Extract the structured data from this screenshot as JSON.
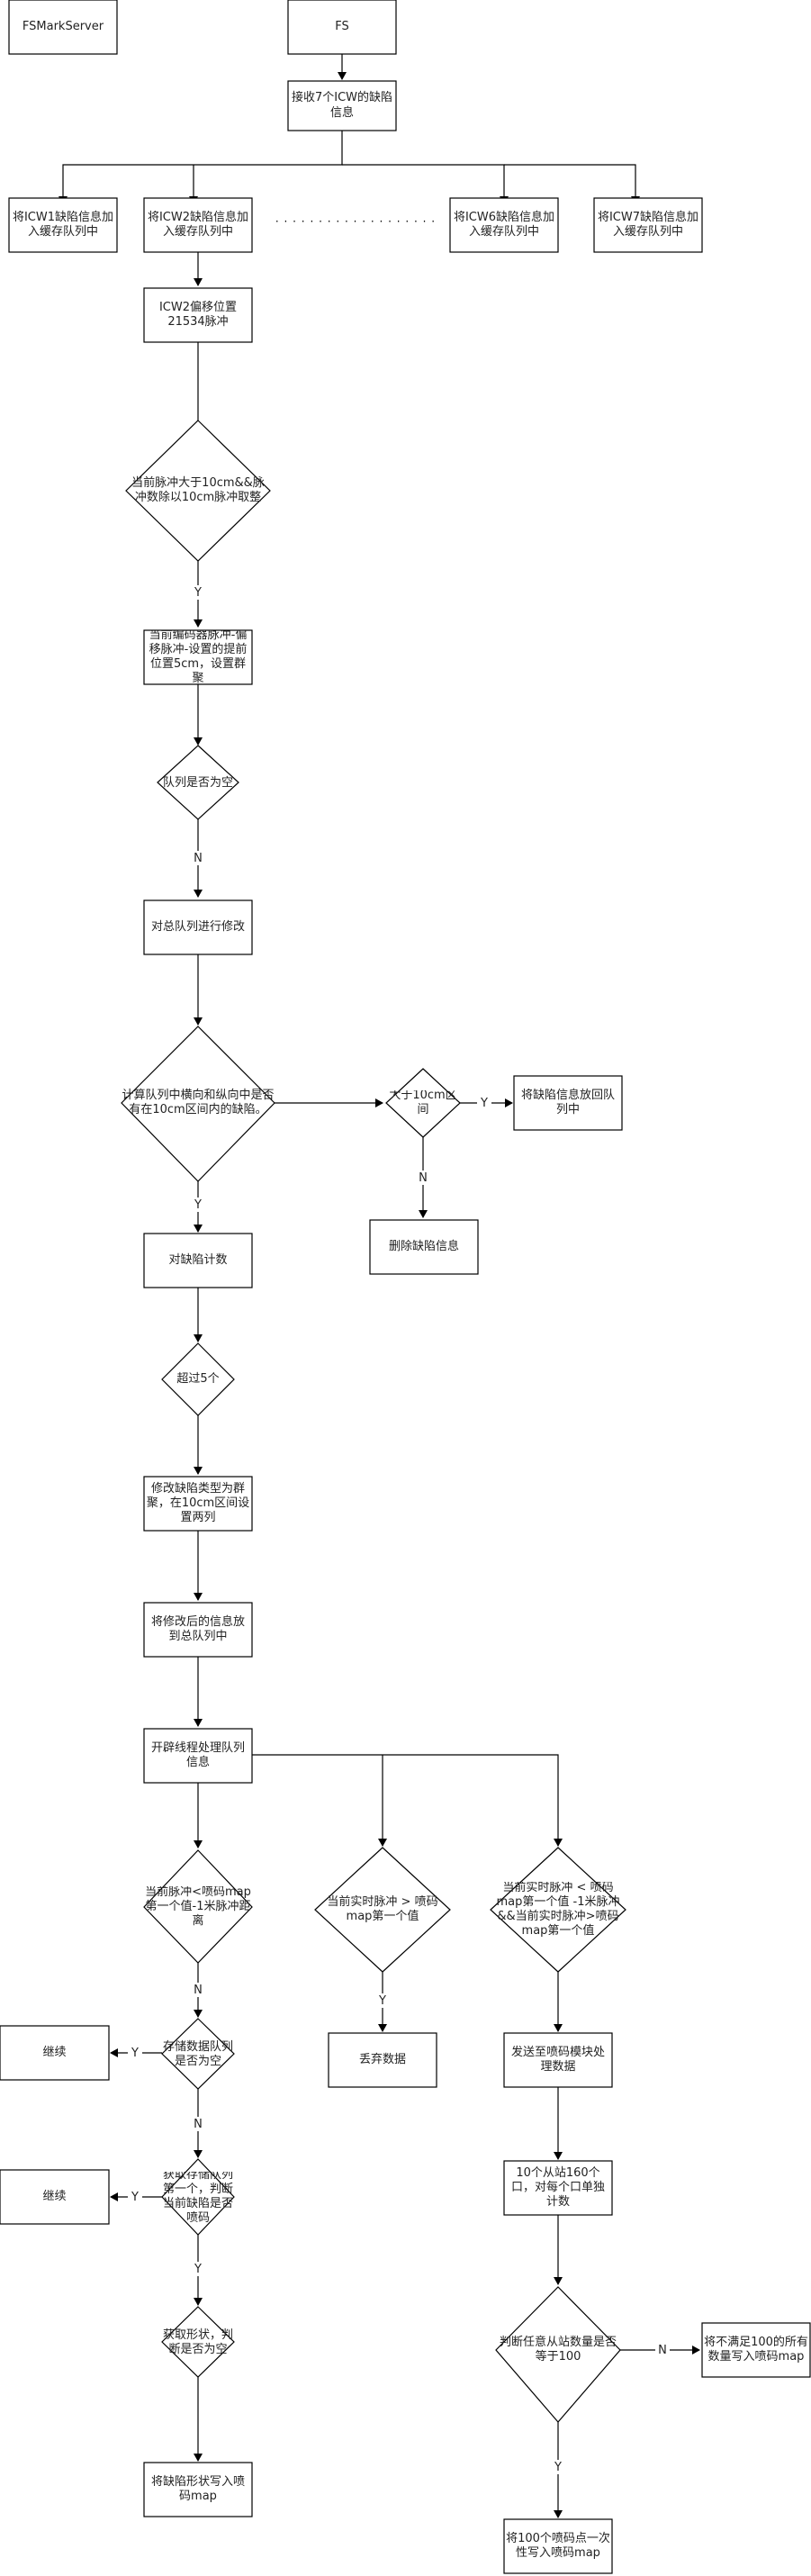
{
  "nodes": {
    "fsmarkserver": "FSMarkServer",
    "fs": "FS",
    "receive": "接收7个ICW的缺陷信息",
    "icw1": "将ICW1缺陷信息加入缓存队列中",
    "icw2": "将ICW2缺陷信息加入缓存队列中",
    "icw6": "将ICW6缺陷信息加入缓存队列中",
    "icw7": "将ICW7缺陷信息加入缓存队列中",
    "icw2_offset": "ICW2偏移位置21534脉冲",
    "cond_10cm": "当前脉冲大于10cm&&脉冲数除以10cm脉冲取整",
    "set_tag": "当前编码器脉冲-偏移脉冲-设置的提前位置5cm，设置群聚",
    "queue_empty": "队列是否为空",
    "modify_total": "对总队列进行修改",
    "cond_compute": "计算队列中横向和纵向中是否有在10cm区间内的缺陷。",
    "gt10cm": "大于10cm区间",
    "put_back": "将缺陷信息放回队列中",
    "delete_info": "删除缺陷信息",
    "count": "对缺陷计数",
    "over5": "超过5个",
    "modify_type": "修改缺陷类型为群聚，在10cm区间设置两列",
    "put_total": "将修改后的信息放到总队列中",
    "thread": "开辟线程处理队列信息",
    "cond_a": "当前脉冲<喷码map第一个值-1米脉冲距离",
    "cond_b": "当前实时脉冲 > 喷码map第一个值",
    "cond_c": "当前实时脉冲 < 喷码map第一个值 -1米脉冲&&当前实时脉冲>喷码map第一个值",
    "discard": "丢弃数据",
    "send": "发送至喷码模块处理数据",
    "cond_cache_empty": "存储数据队列是否为空",
    "continue1": "继续",
    "get_first": "获取存储队列第一个，判断当前缺陷是否喷码",
    "continue2": "继续",
    "get_shape": "获取形状，判断是否为空",
    "write_map": "将缺陷形状写入喷码map",
    "per_count": "10个从站160个口，对每个口单独计数",
    "cond_100": "判断任意从站数量是否等于100",
    "write_not100": "将不满足100的所有数量写入喷码map",
    "write_100": "将100个喷码点一次性写入喷码map"
  },
  "labels": {
    "y": "Y",
    "n": "N",
    "ellipsis": "· · · · · · · · · · · · · · · · · · ·"
  }
}
